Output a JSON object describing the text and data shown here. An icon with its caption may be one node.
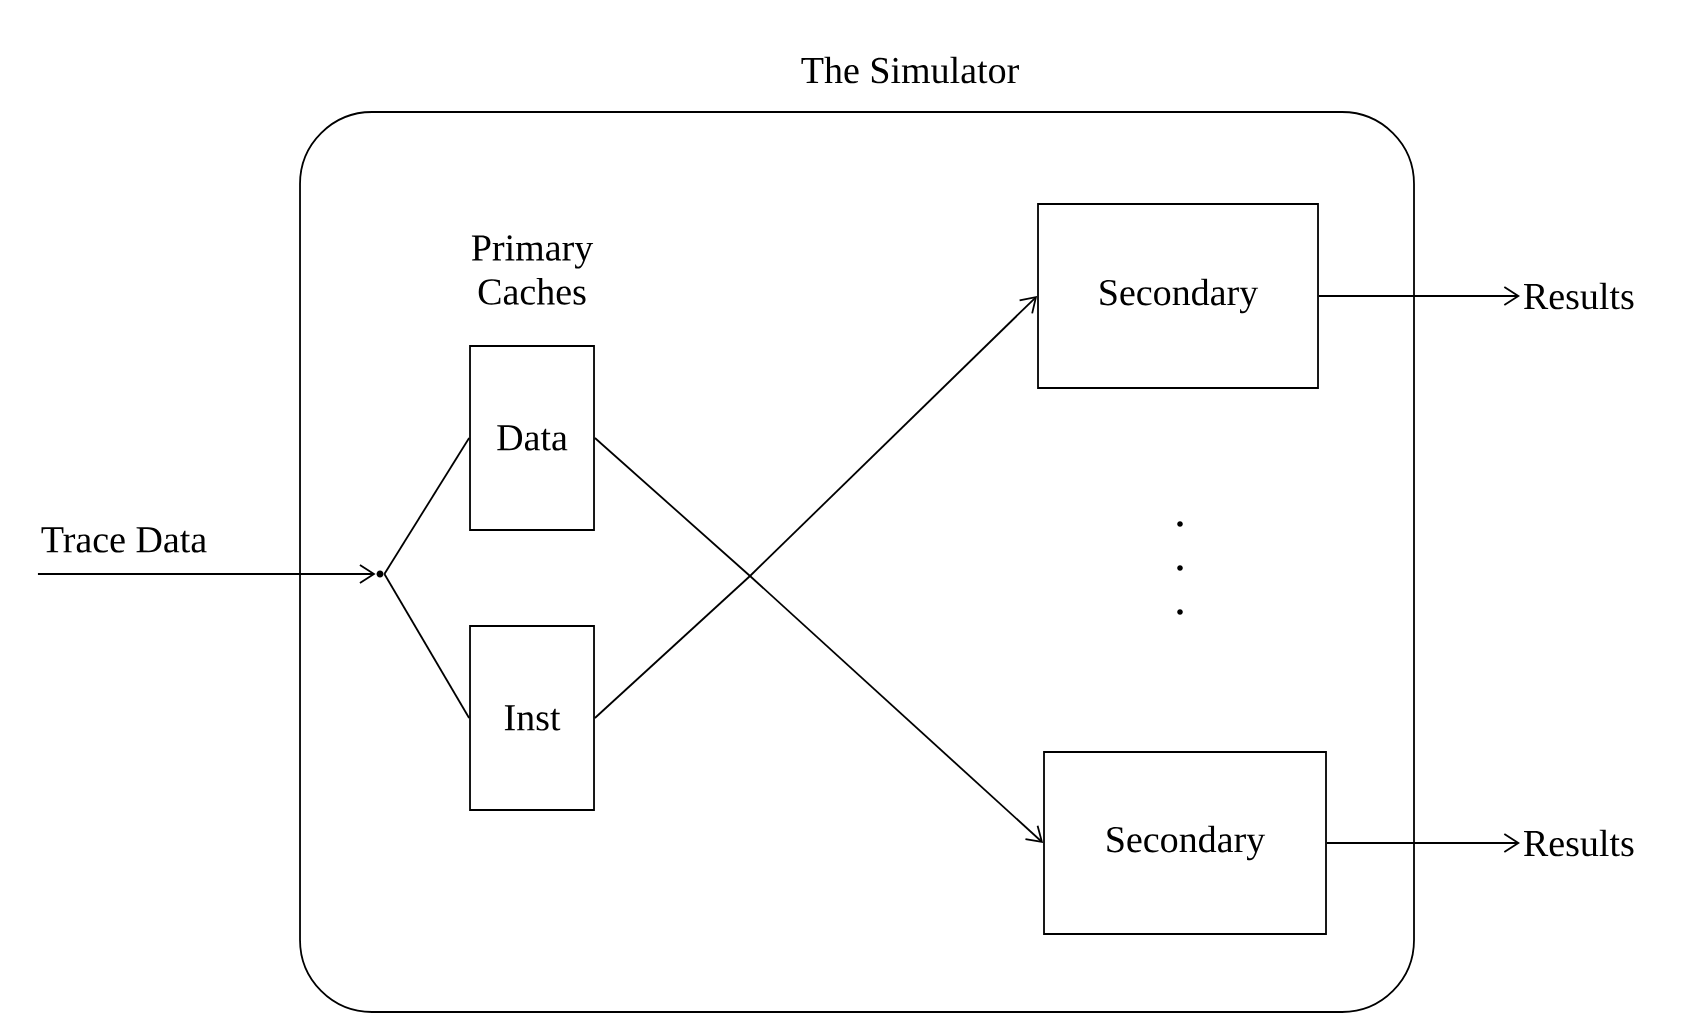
{
  "diagram": {
    "nodes": [
      {
        "text": [
          "The Simulator"
        ]
      },
      {
        "text": [
          "Data"
        ],
        "in": 0
      },
      {
        "text": [
          "Inst"
        ],
        "in": 0
      },
      {
        "text": [
          "Secondary"
        ],
        "in": 0
      },
      {
        "text": [
          "Secondary"
        ],
        "in": 0
      },
      {
        "text": [
          "Trace Data"
        ]
      },
      {
        "text": [
          "Results"
        ]
      },
      {
        "text": [
          "Results"
        ]
      },
      {
        "text": [],
        "shape": "point",
        "in": 0
      }
    ],
    "edges": [
      {
        "from": 5,
        "to": 8,
        "arrow": "to"
      },
      {
        "from": 8,
        "to": 1,
        "arrow": "none"
      },
      {
        "from": 8,
        "to": 2,
        "arrow": "none"
      },
      {
        "from": 1,
        "to": 3,
        "arrow": "to"
      },
      {
        "from": 1,
        "to": 4,
        "arrow": "to"
      },
      {
        "from": 2,
        "to": 3,
        "arrow": "to"
      },
      {
        "from": 2,
        "to": 4,
        "arrow": "to"
      },
      {
        "from": 3,
        "to": 6,
        "arrow": "to"
      },
      {
        "from": 4,
        "to": 7,
        "arrow": "to"
      }
    ],
    "labels": [
      "Primary Caches"
    ]
  }
}
